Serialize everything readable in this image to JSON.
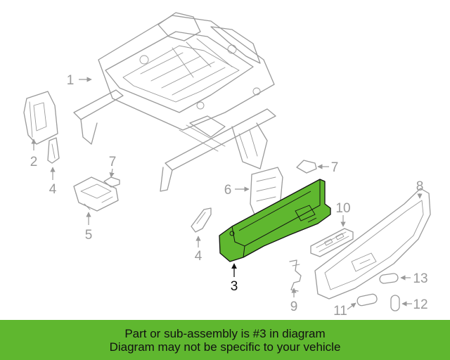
{
  "callouts": {
    "c1": "1",
    "c2": "2",
    "c3": "3",
    "c4a": "4",
    "c4b": "4",
    "c5": "5",
    "c6": "6",
    "c7a": "7",
    "c7b": "7",
    "c8": "8",
    "c9": "9",
    "c10": "10",
    "c11": "11",
    "c12": "12",
    "c13": "13"
  },
  "banner": {
    "line1": "Part or sub-assembly is #3 in diagram",
    "line2": "Diagram may not be specific to your vehicle"
  },
  "colors": {
    "highlight_part": "#5fb72f",
    "banner_background": "#5fb72f",
    "line_art": "#9a9a9a",
    "highlight_label": "#111111"
  }
}
